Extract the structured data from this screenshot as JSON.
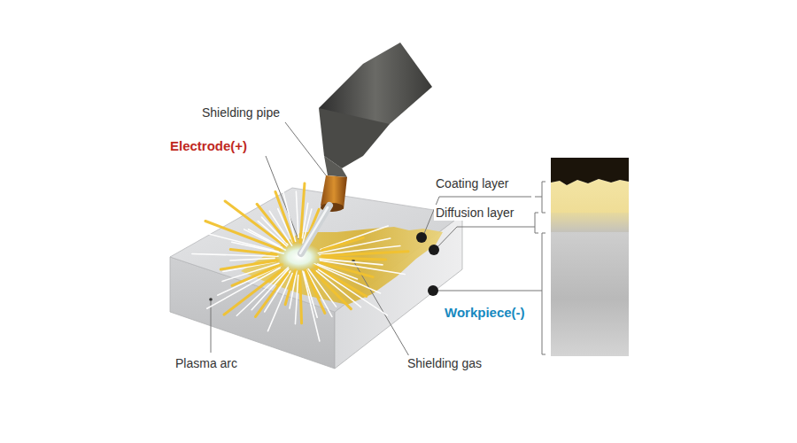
{
  "diagram": {
    "labels": [
      "Shielding pipe",
      "Electrode(+)",
      "Coating layer",
      "Diffusion layer",
      "Plasma arc",
      "Shielding gas",
      "Workpiece(-)"
    ]
  }
}
